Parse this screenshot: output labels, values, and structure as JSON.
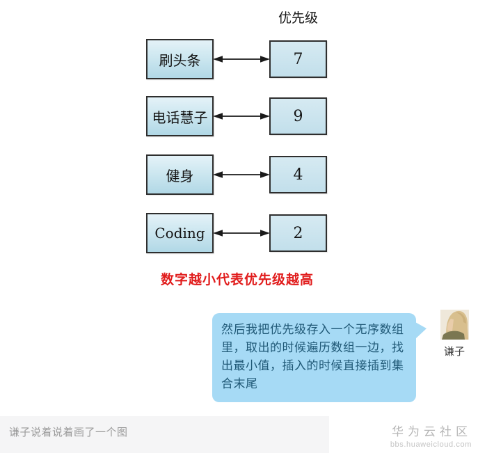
{
  "diagram": {
    "title": "优先级",
    "rows": [
      {
        "task": "刷头条",
        "priority": "7"
      },
      {
        "task": "电话慧子",
        "priority": "9"
      },
      {
        "task": "健身",
        "priority": "4"
      },
      {
        "task": "Coding",
        "priority": "2"
      }
    ],
    "caption": "数字越小代表优先级越高",
    "colors": {
      "box_fill_top": "#e4f2f8",
      "box_fill_bottom": "#b1d8e6",
      "box_border": "#2e2e2e",
      "arrow": "#1a1a1a",
      "caption_red": "#e11c1c"
    }
  },
  "chat": {
    "message": "然后我把优先级存入一个无序数组里，取出的时候遍历数组一边，找出最小值，插入的时候直接插到集合末尾",
    "sender_name": "谦子",
    "avatar": "person-profile-photo",
    "colors": {
      "bubble": "#a6daf5",
      "text": "#1f5876"
    }
  },
  "footer": {
    "caption": "谦子说着说着画了一个图",
    "watermark": {
      "title": "华为云社区",
      "url": "bbs.huaweicloud.com"
    }
  }
}
